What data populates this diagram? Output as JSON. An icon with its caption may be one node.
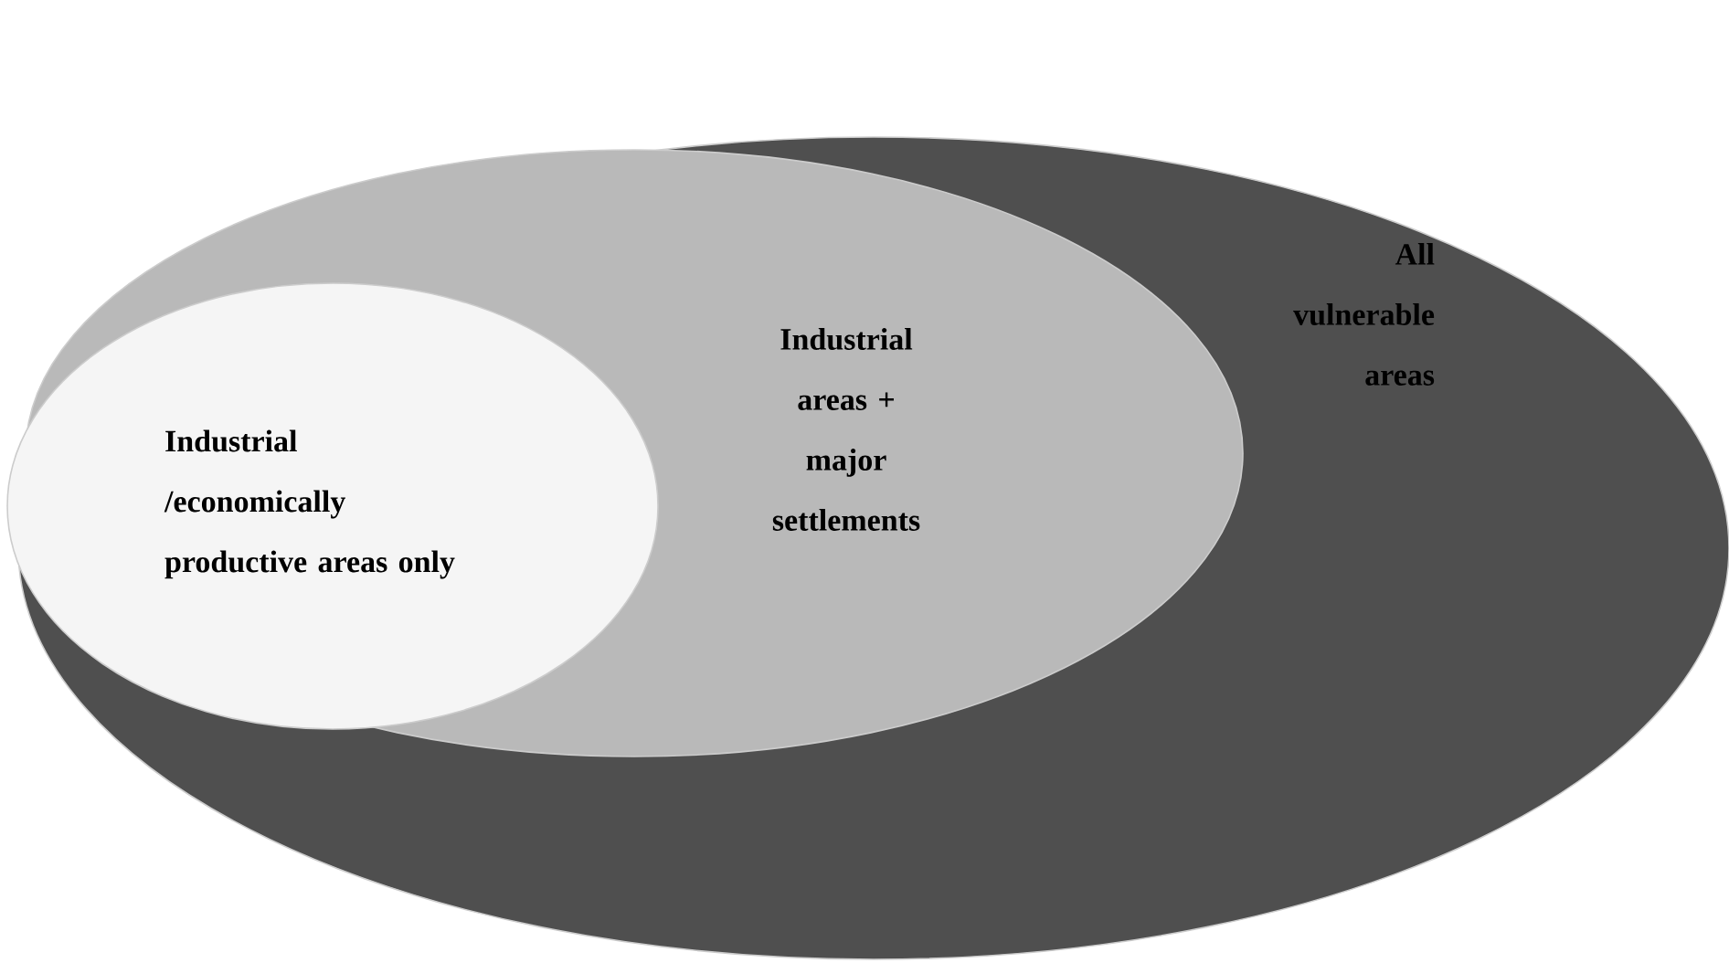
{
  "diagram": {
    "nodes": [
      {
        "text": [
          "All vulnerable areas"
        ]
      },
      {
        "text": [
          "Industrial areas + major settlements"
        ],
        "in": 0
      },
      {
        "text": [
          "Industrial /economically productive areas only"
        ],
        "in": 1
      }
    ]
  }
}
